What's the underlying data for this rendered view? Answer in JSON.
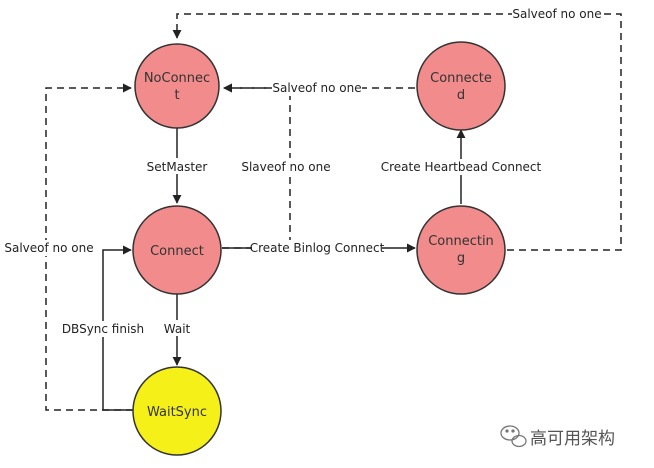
{
  "nodes": {
    "noconnect": {
      "line1": "NoConnec",
      "line2": "t",
      "fill": "#f28b8b"
    },
    "connect": {
      "line1": "Connect",
      "fill": "#f28b8b"
    },
    "waitsync": {
      "line1": "WaitSync",
      "fill": "#f5f018"
    },
    "connected": {
      "line1": "Connecte",
      "line2": "d",
      "fill": "#f28b8b"
    },
    "connecting": {
      "line1": "Connectin",
      "line2": "g",
      "fill": "#f28b8b"
    }
  },
  "edges": {
    "setmaster": "SetMaster",
    "wait": "Wait",
    "create_binlog": "Create Binlog Connect",
    "create_heartbeat": "Create Heartbead Connect",
    "slaveof_connect": "Slaveof no one",
    "salveof_connected": "Salveof no one",
    "salveof_connecting": "Salveof no one",
    "salveof_waitsync": "Salveof no one",
    "dbsync_finish": "DBSync finish"
  },
  "watermark": {
    "text": "高可用架构"
  },
  "colors": {
    "stroke": "#222222",
    "node_stroke": "#333333"
  }
}
